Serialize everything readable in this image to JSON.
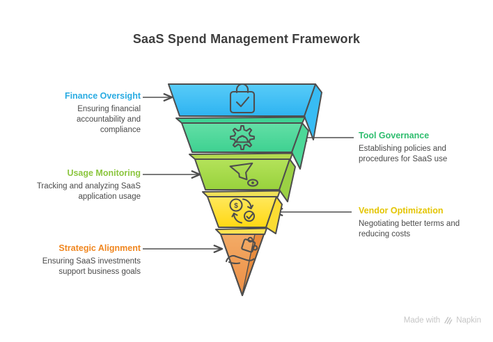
{
  "title": "SaaS Spend Management Framework",
  "funnel": {
    "levels": [
      {
        "name": "Finance Oversight",
        "description": "Ensuring financial accountability and compliance",
        "label_side": "left",
        "heading_color": "#29abe2",
        "fill_top": "#58ccf8",
        "fill_bottom": "#2eb3f1",
        "icon": "shopping-bag-check-icon"
      },
      {
        "name": "Tool Governance",
        "description": "Establishing policies and procedures for SaaS use",
        "label_side": "right",
        "heading_color": "#2ebd6e",
        "fill_top": "#63dfa6",
        "fill_bottom": "#3ed191",
        "icon": "gear-hardhat-icon"
      },
      {
        "name": "Usage Monitoring",
        "description": "Tracking and analyzing SaaS application usage",
        "label_side": "left",
        "heading_color": "#8cc63f",
        "fill_top": "#b4e25a",
        "fill_bottom": "#98d23c",
        "icon": "funnel-eye-icon"
      },
      {
        "name": "Vendor Optimization",
        "description": "Negotiating better terms and reducing costs",
        "label_side": "right",
        "heading_color": "#e4c502",
        "fill_top": "#ffe85c",
        "fill_bottom": "#ffd813",
        "icon": "dollar-refresh-check-icon",
        "icon_glyph": "$"
      },
      {
        "name": "Strategic Alignment",
        "description": "Ensuring SaaS investments support business goals",
        "label_side": "left",
        "heading_color": "#f0861f",
        "fill_top": "#f3ab66",
        "fill_bottom": "#ec8e44",
        "icon": "hand-puzzle-icon"
      }
    ]
  },
  "watermark": {
    "prefix": "Made with",
    "brand": "Napkin",
    "icon": "napkin-logo-icon"
  },
  "colors": {
    "background": "#ffffff",
    "outline": "#4e4e4e",
    "title_text": "#3e3e3e",
    "description_text": "#4a4a4a",
    "watermark_text": "#c6c6c6"
  }
}
